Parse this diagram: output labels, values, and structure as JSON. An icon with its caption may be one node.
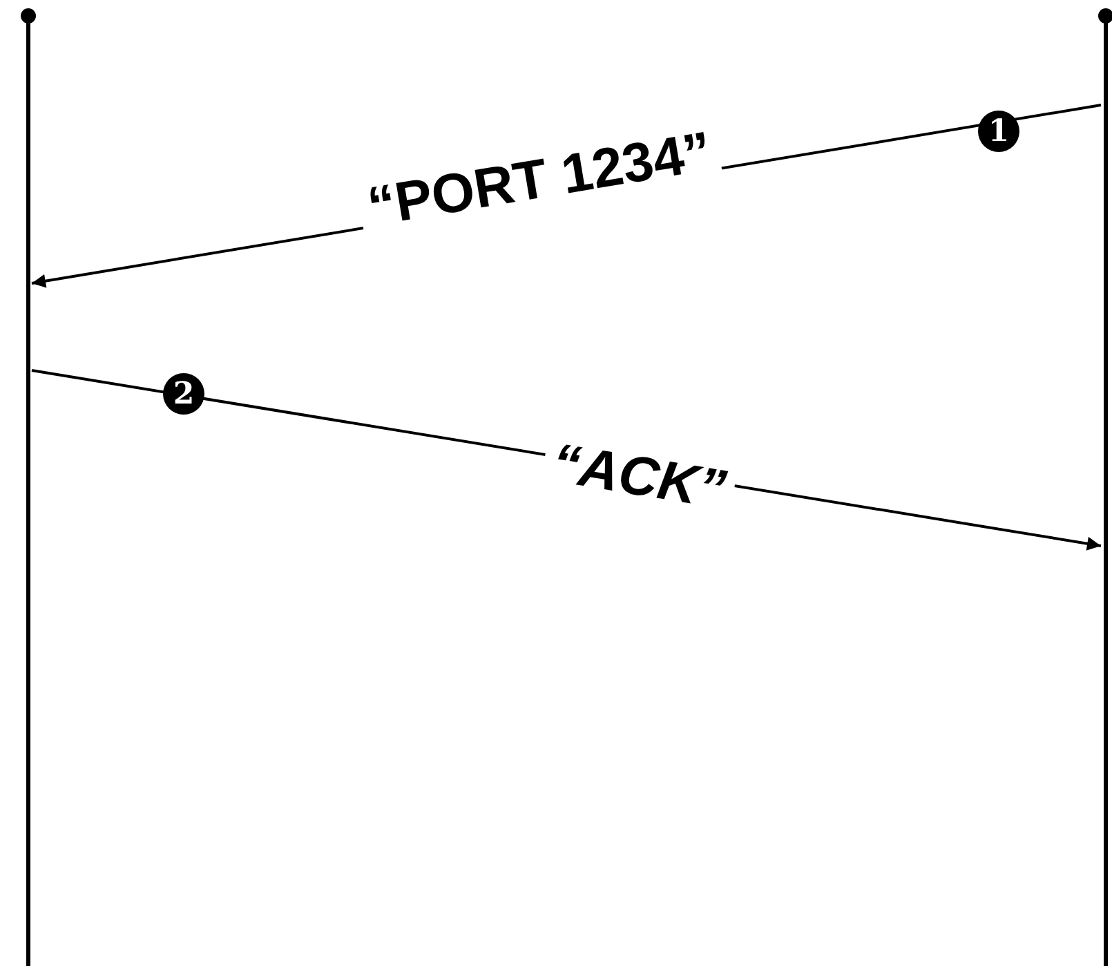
{
  "diagram": {
    "nodes": [
      {
        "text": [],
        "shape": "bar"
      },
      {
        "text": [],
        "shape": "bar"
      }
    ],
    "edges": [
      {
        "from": 1,
        "to": 0,
        "arrow": "to",
        "label": "“PORT 1234”"
      },
      {
        "from": 0,
        "to": 1,
        "arrow": "to",
        "label": "“ACK”"
      }
    ],
    "labels": [
      "1",
      "2"
    ]
  }
}
